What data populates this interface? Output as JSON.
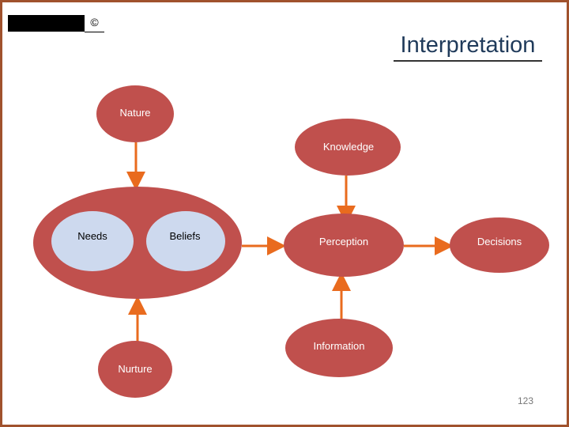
{
  "header": {
    "copyright_symbol": "©",
    "title": "Interpretation"
  },
  "nodes": {
    "nature": "Nature",
    "knowledge": "Knowledge",
    "needs": "Needs",
    "beliefs": "Beliefs",
    "perception": "Perception",
    "decisions": "Decisions",
    "information": "Information",
    "nurture": "Nurture"
  },
  "footer": {
    "page_number": "123"
  },
  "colors": {
    "node_fill": "#c0504d",
    "inner_fill": "#cdd9ee",
    "arrow": "#e96b1e",
    "frame": "#a0522d"
  }
}
